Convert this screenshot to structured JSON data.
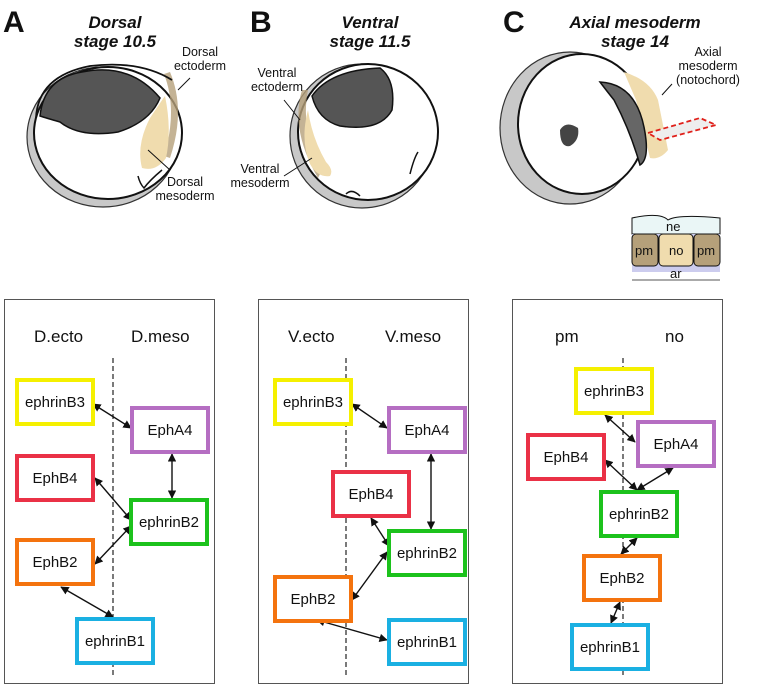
{
  "panels": [
    {
      "letter": "A",
      "title_line1": "Dorsal",
      "title_line2": "stage 10.5",
      "annotations": {
        "ectoderm": [
          "Dorsal",
          "ectoderm"
        ],
        "mesoderm": [
          "Dorsal",
          "mesoderm"
        ]
      },
      "columns": [
        "D.ecto",
        "D.meso"
      ]
    },
    {
      "letter": "B",
      "title_line1": "Ventral",
      "title_line2": "stage 11.5",
      "annotations": {
        "ectoderm": [
          "Ventral",
          "ectoderm"
        ],
        "mesoderm": [
          "Ventral",
          "mesoderm"
        ]
      },
      "columns": [
        "V.ecto",
        "V.meso"
      ]
    },
    {
      "letter": "C",
      "title_line1": "Axial mesoderm",
      "title_line2": "stage 14",
      "annotations": {
        "notochord": [
          "Axial",
          "mesoderm",
          "(notochord)"
        ]
      },
      "section_labels": {
        "ne": "ne",
        "pm_left": "pm",
        "no": "no",
        "pm_right": "pm",
        "ar": "ar"
      },
      "columns": [
        "pm",
        "no"
      ]
    }
  ],
  "nodes": {
    "ephrinB3": {
      "label": "ephrinB3",
      "color": "#f5f000"
    },
    "EphA4": {
      "label": "EphA4",
      "color": "#b56ec2"
    },
    "EphB4": {
      "label": "EphB4",
      "color": "#ea3146"
    },
    "ephrinB2": {
      "label": "ephrinB2",
      "color": "#1cc21c"
    },
    "EphB2": {
      "label": "EphB2",
      "color": "#f4730e"
    },
    "ephrinB1": {
      "label": "ephrinB1",
      "color": "#1ab0e2"
    }
  },
  "interactions": [
    [
      "ephrinB3",
      "EphA4"
    ],
    [
      "EphA4",
      "ephrinB2"
    ],
    [
      "EphB4",
      "ephrinB2"
    ],
    [
      "EphB2",
      "ephrinB2"
    ],
    [
      "EphB2",
      "ephrinB1"
    ]
  ],
  "colors": {
    "ectoderm": "#b5a07a",
    "mesoderm": "#f0dcae",
    "yolk": "#555555",
    "shell": "#c8c8c8",
    "section_ne": "#eaf6f6",
    "section_ar": "#ccccee",
    "dashed_box": "#e0201a"
  }
}
